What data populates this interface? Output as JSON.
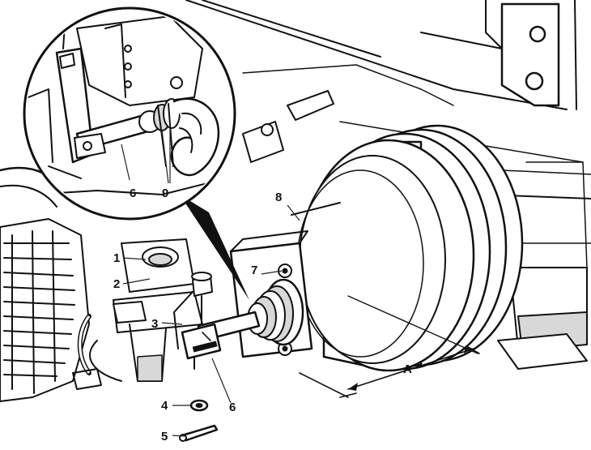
{
  "diagram": {
    "callouts": {
      "c1": "1",
      "c2": "2",
      "c3": "3",
      "c4": "4",
      "c5": "5",
      "c6_main": "6",
      "c7": "7",
      "c8": "8",
      "c6_inset": "6",
      "c9_inset": "9",
      "dimA": "A"
    }
  }
}
